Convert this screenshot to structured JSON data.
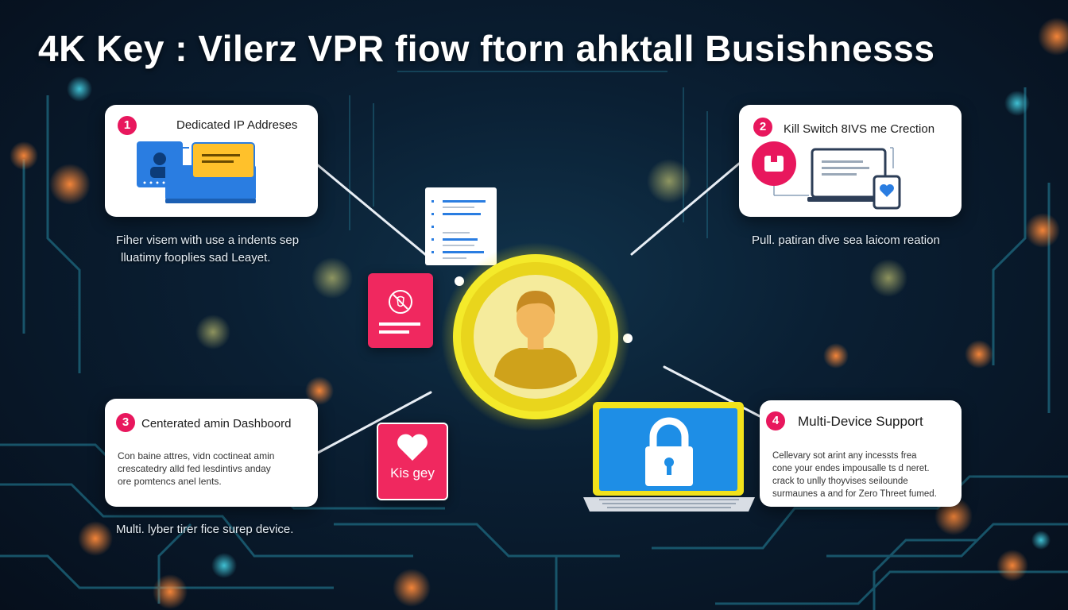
{
  "title": "4K Key : Vilerz VPR fiow ftorn ahktall Busishnesss",
  "colors": {
    "accent_pink": "#e8175d",
    "center_yellow": "#f2e21b",
    "laptop_blue": "#1e8ee6",
    "background": "#0a1f33"
  },
  "cards": [
    {
      "number": "1",
      "title": "Dedicated IP Addreses",
      "caption_lines": [
        "Fiher visem with use a indents sep",
        "lluatimy fooplies sad Leayet."
      ],
      "icon": "ip-address-screen-icon"
    },
    {
      "number": "2",
      "title": "Kill Switch 8IVS me Crection",
      "caption_lines": [
        "Pull. patiran dive sea laicom reation"
      ],
      "icon": "kill-switch-device-icon"
    },
    {
      "number": "3",
      "title": "Centerated amin Dashboord",
      "desc_lines": [
        "Con baine attres, vidn coctineat amin",
        "crescatedry alld fed lesdintivs anday",
        "ore pomtencs anel lents."
      ],
      "caption_lines": [
        "Multi. lyber tirer fice surep device."
      ]
    },
    {
      "number": "4",
      "title": "Multi-Device Support",
      "desc_lines": [
        "Cellevary sot arint any incessts frea",
        "cone your endes impousalle ts d neret.",
        "crack to unlly thoyvises seilounde",
        "surmaunes a and for Zero Threet fumed."
      ]
    }
  ],
  "center": {
    "icon": "user-avatar-icon"
  },
  "floating": {
    "document_icon": "document-list-icon",
    "shield_icon": "blocked-shield-icon",
    "heart_label": "Kis gey",
    "heart_icon": "heart-icon",
    "laptop_icon": "laptop-lock-icon"
  }
}
